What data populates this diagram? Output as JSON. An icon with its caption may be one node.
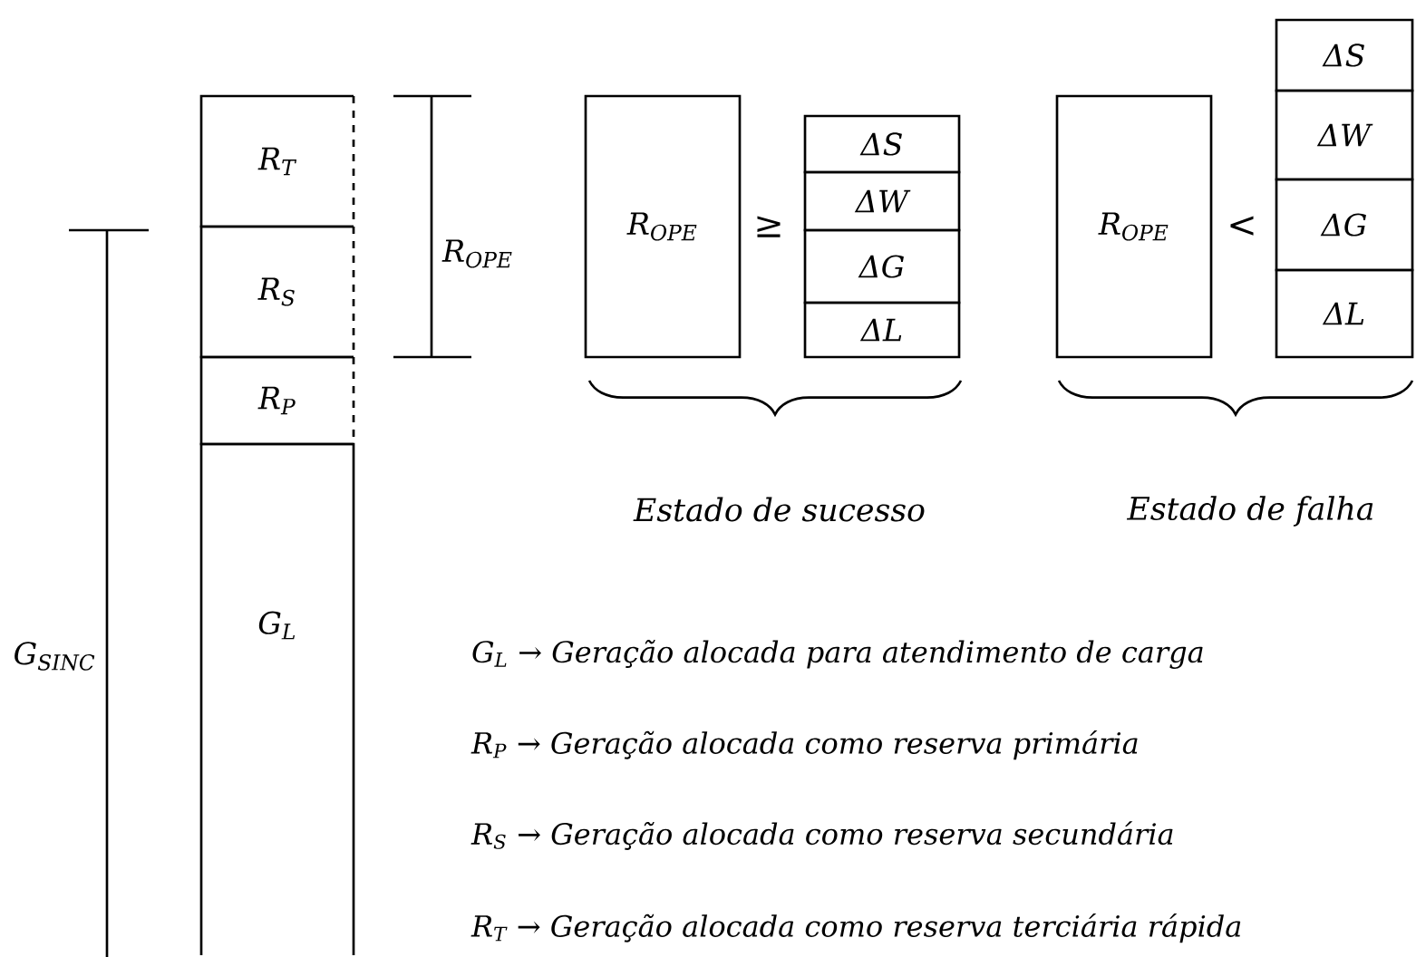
{
  "diagram": {
    "nodes": [
      {
        "text": [
          "R$_{T}$"
        ]
      },
      {
        "text": [
          "R$_{S}$"
        ]
      },
      {
        "text": [
          "R$_{P}$"
        ]
      },
      {
        "text": [
          "G$_{L}$"
        ]
      },
      {
        "text": [
          "R$_{OPE}$"
        ]
      },
      {
        "text": [
          "ΔS"
        ]
      },
      {
        "text": [
          "ΔW"
        ]
      },
      {
        "text": [
          "ΔG"
        ]
      },
      {
        "text": [
          "ΔL"
        ]
      },
      {
        "text": [
          "R$_{OPE}$"
        ]
      },
      {
        "text": [
          "ΔS"
        ]
      },
      {
        "text": [
          "ΔW"
        ]
      },
      {
        "text": [
          "ΔG"
        ]
      },
      {
        "text": [
          "ΔL"
        ]
      }
    ],
    "labels": [
      "R$_{OPE}$",
      "≥",
      "<",
      "Estado de sucesso",
      "Estado de falha",
      "G$_{SINC}$",
      "G$_{L}$ → Geração alocada para atendimento de carga",
      "R$_{P}$ → Geração alocada como reserva primária",
      "R$_{S}$ → Geração alocada como reserva secundária",
      "R$_{T}$ → Geração alocada como reserva terciária rápida"
    ]
  }
}
